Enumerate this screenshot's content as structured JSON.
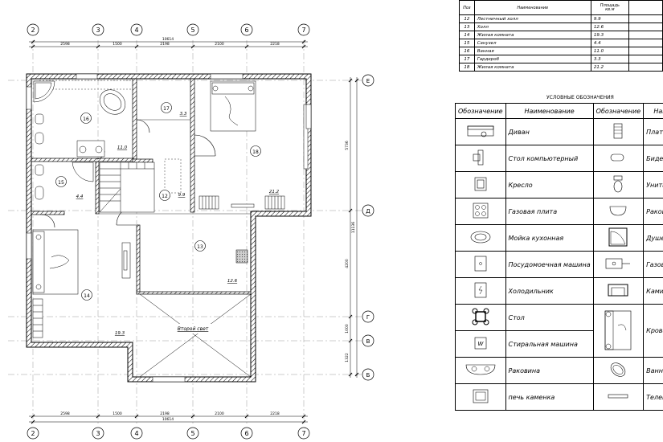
{
  "axes": {
    "vertical": [
      "2",
      "3",
      "4",
      "5",
      "6",
      "7"
    ],
    "horizontal": [
      "E",
      "Д",
      "Г",
      "В",
      "Б"
    ]
  },
  "dimensions": {
    "top": [
      "2598",
      "1500",
      "2198",
      "2100",
      "2218"
    ],
    "top_total": "10614",
    "bottom": [
      "2598",
      "1500",
      "2198",
      "2100",
      "2218"
    ],
    "bottom_total": "10614",
    "right": [
      "5736",
      "4200",
      "1000",
      "1322"
    ],
    "right_total": "11136"
  },
  "rooms": [
    {
      "num": "16",
      "area": "11.0"
    },
    {
      "num": "15",
      "area": "4.4"
    },
    {
      "num": "17",
      "area": "3.3"
    },
    {
      "num": "12",
      "area": "9.9"
    },
    {
      "num": "18",
      "area": "21.2"
    },
    {
      "num": "13",
      "area": "12.6"
    },
    {
      "num": "14",
      "area": "19.3"
    }
  ],
  "second_light": "Второй свет",
  "room_table": {
    "headers": [
      "Поз",
      "Наименование",
      "Площадь\nкв.м",
      ""
    ],
    "rows": [
      [
        "12",
        "Лестничный холл",
        "9.9"
      ],
      [
        "13",
        "Холл",
        "12.6"
      ],
      [
        "14",
        "Жилая комната",
        "19.3"
      ],
      [
        "15",
        "Санузел",
        "4.4"
      ],
      [
        "16",
        "Ванная",
        "11.0"
      ],
      [
        "17",
        "Гардероб",
        "3.3"
      ],
      [
        "18",
        "Жилая комната",
        "21.2"
      ]
    ]
  },
  "legend": {
    "title": "УСЛОВНЫЕ ОБОЗНАЧЕНИЯ",
    "headers": [
      "Обозначение",
      "Наименование",
      "Обозначение",
      "Наимен"
    ],
    "left": [
      "Диван",
      "Стол компьютерный",
      "Кресло",
      "Газовая плита",
      "Мойка кухонная",
      "Посудомоечная машина",
      "Холодильник",
      "Стол",
      "Стиральная машина",
      "Раковина",
      "печь каменка"
    ],
    "right": [
      "Платяной ш",
      "Биде",
      "Унитаз",
      "Раковина",
      "Душевая ка",
      "Газовый к",
      "Камин",
      "Кровать",
      "Ванна",
      "Телевизор"
    ]
  }
}
